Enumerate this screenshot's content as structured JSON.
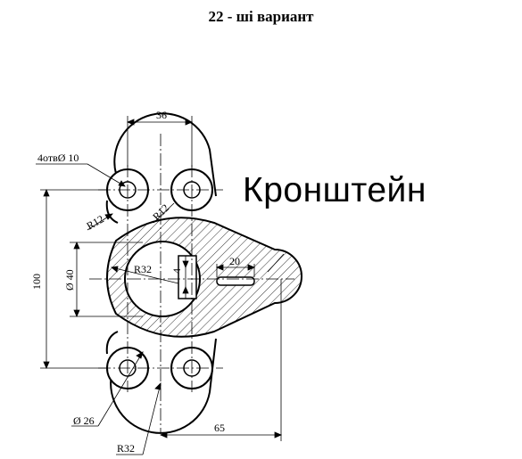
{
  "header": {
    "variant_label": "22 - ші вариант"
  },
  "part": {
    "name": "Кронштейн"
  },
  "dimensions": {
    "holes": "4отвØ 10",
    "width_top": "36",
    "radius_left_upper": "R12",
    "radius_inner_upper": "R12",
    "height_total": "100",
    "bore_diameter": "Ø 40",
    "bore_radius": "R32",
    "slot_width": "4",
    "slot_length": "20",
    "boss_diameter": "Ø 26",
    "radius_lower": "R32",
    "length_to_tip": "65"
  }
}
